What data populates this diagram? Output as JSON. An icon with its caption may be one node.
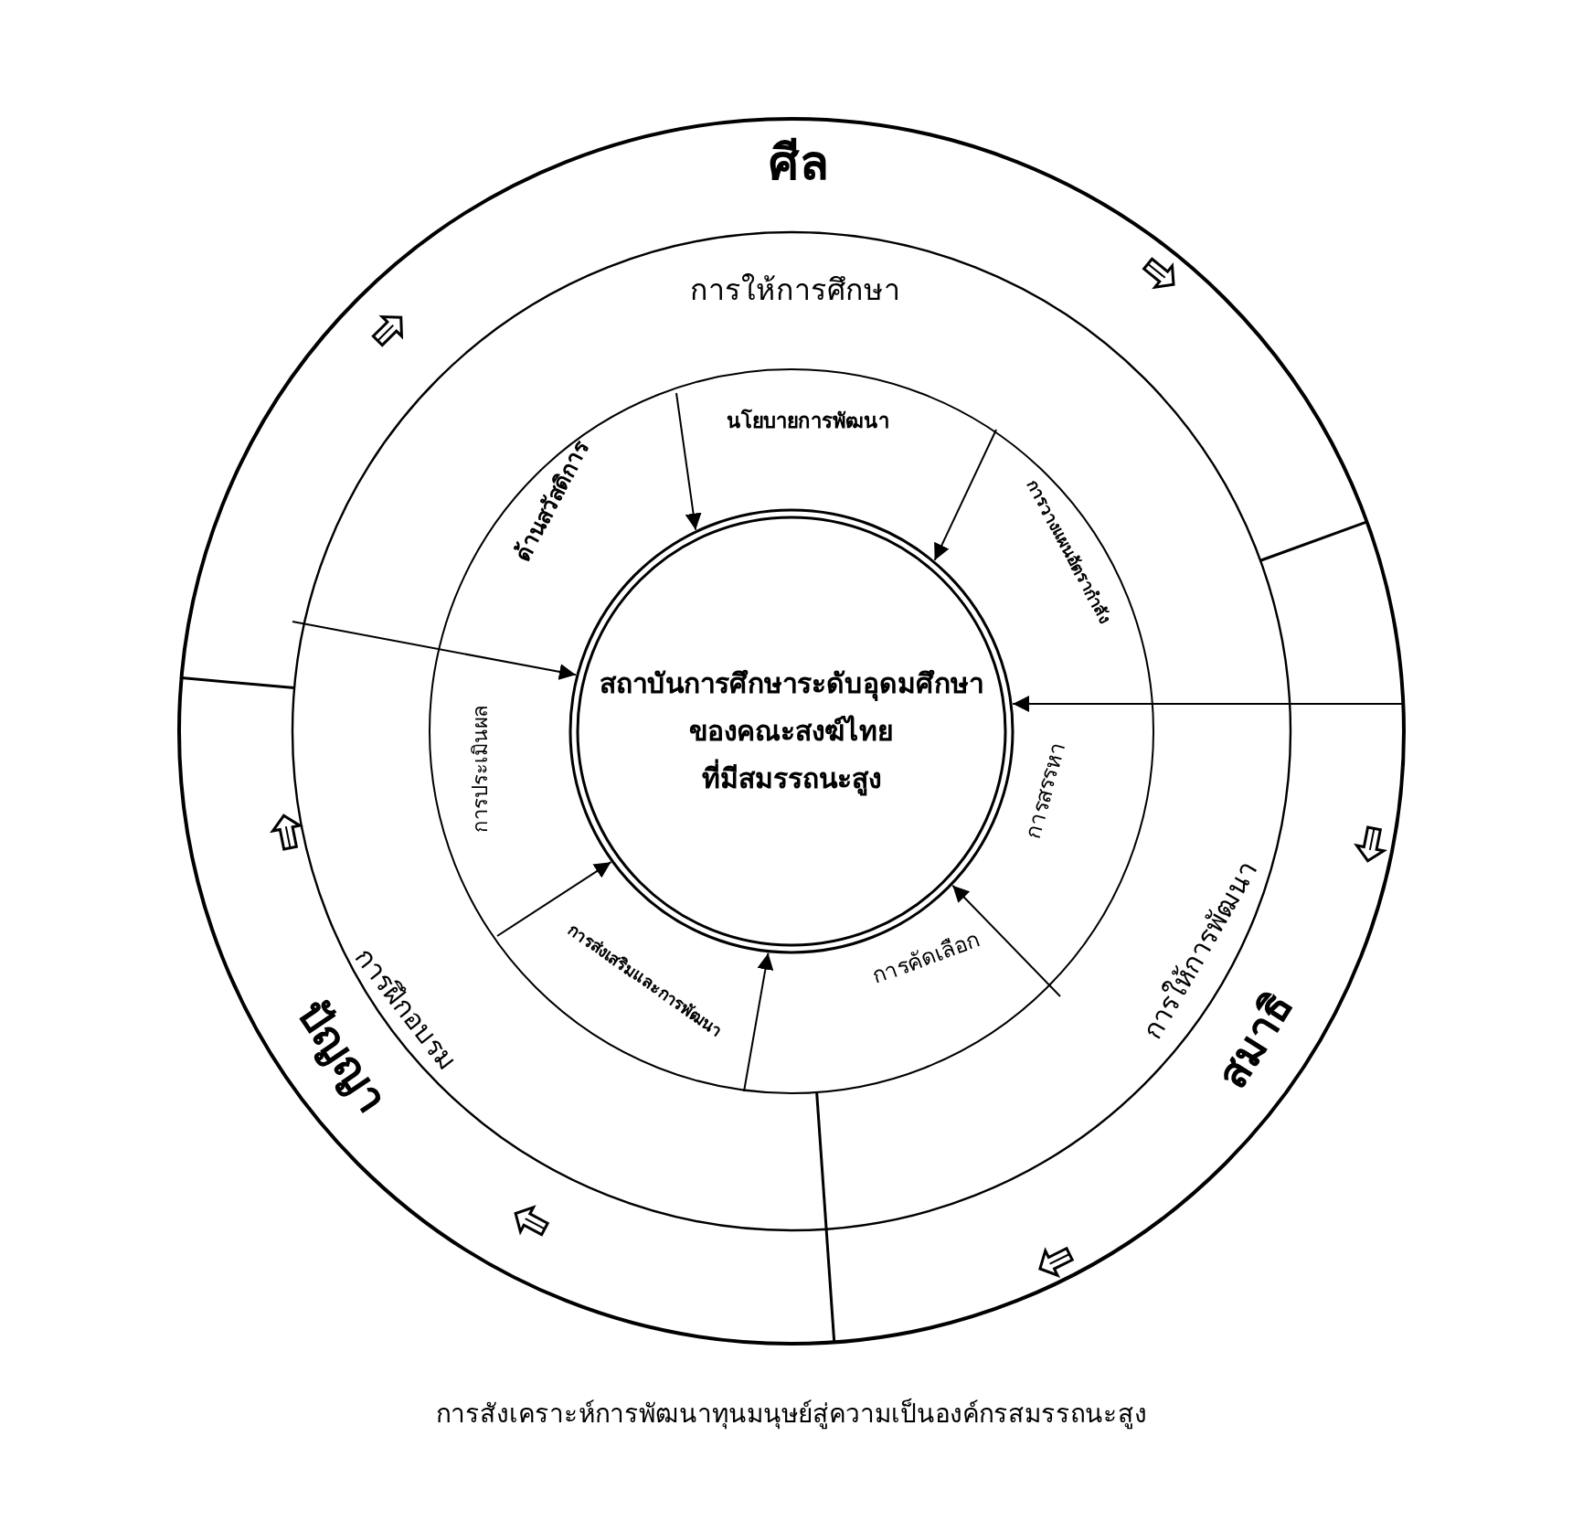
{
  "diagram": {
    "caption": "การสังเคราะห์การพัฒนาทุนมนุษย์สู่ความเป็นองค์กรสมรรถนะสูง",
    "nodes": [
      {
        "text": [
          "ศีล"
        ]
      },
      {
        "text": [
          "สมาธิ"
        ]
      },
      {
        "text": [
          "ปัญญา"
        ]
      },
      {
        "text": [
          "การให้การศึกษา"
        ]
      },
      {
        "text": [
          "การให้การพัฒนา"
        ]
      },
      {
        "text": [
          "การฝึกอบรม"
        ]
      },
      {
        "text": [
          "นโยบายการพัฒนา"
        ]
      },
      {
        "text": [
          "การวางแผนอัตรากำลัง"
        ]
      },
      {
        "text": [
          "การสรรหา"
        ]
      },
      {
        "text": [
          "การคัดเลือก"
        ]
      },
      {
        "text": [
          "การส่งเสริมและการพัฒนา"
        ]
      },
      {
        "text": [
          "การประเมินผล"
        ]
      },
      {
        "text": [
          "ด้านสวัสดิการ"
        ]
      },
      {
        "text": [
          "สถาบันการศึกษาระดับอุดมศึกษา ของคณะสงฆ์ไทย ที่มีสมรรถนะสูง"
        ]
      }
    ],
    "edges": [
      {
        "from": null,
        "to": 13,
        "arrow": "to"
      },
      {
        "from": null,
        "to": 13,
        "arrow": "to"
      },
      {
        "from": null,
        "to": 13,
        "arrow": "to"
      },
      {
        "from": null,
        "to": 13,
        "arrow": "to"
      },
      {
        "from": null,
        "to": 13,
        "arrow": "to"
      },
      {
        "from": null,
        "to": 13,
        "arrow": "to"
      },
      {
        "from": null,
        "to": 13,
        "arrow": "to"
      }
    ]
  }
}
